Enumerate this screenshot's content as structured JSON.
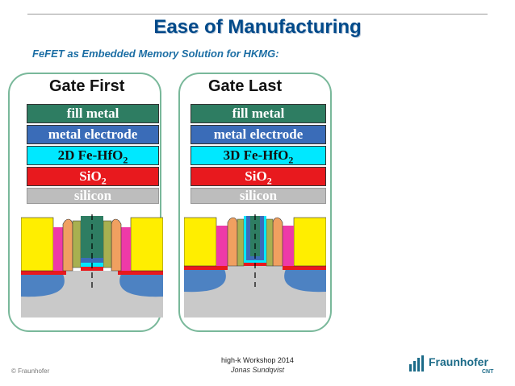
{
  "header": {
    "title": "Ease of Manufacturing",
    "subtitle": "FeFET as Embedded Memory Solution for HKMG:"
  },
  "panels": [
    {
      "title": "Gate First",
      "layers": {
        "fill": "fill metal",
        "metal": "metal electrode",
        "hfo_prefix": "2D Fe-HfO",
        "hfo_sub": "2",
        "sio_prefix": "SiO",
        "sio_sub": "2",
        "si": "silicon"
      }
    },
    {
      "title": "Gate Last",
      "layers": {
        "fill": "fill metal",
        "metal": "metal electrode",
        "hfo_prefix": "3D Fe-HfO",
        "hfo_sub": "2",
        "sio_prefix": "SiO",
        "sio_sub": "2",
        "si": "silicon"
      }
    }
  ],
  "footer": {
    "copyright": "© Fraunhofer",
    "event": "high-k Workshop 2014",
    "author": "Jonas Sundqvist",
    "logo_text": "Fraunhofer",
    "logo_sub": "CNT"
  },
  "colors": {
    "title": "#004a8a",
    "fill_metal": "#2e7d62",
    "metal_electrode": "#3a6cb8",
    "fe_hfo2": "#00e8ff",
    "sio2": "#e8191e",
    "silicon": "#bdbdbd",
    "panel_border": "#79b89a"
  }
}
